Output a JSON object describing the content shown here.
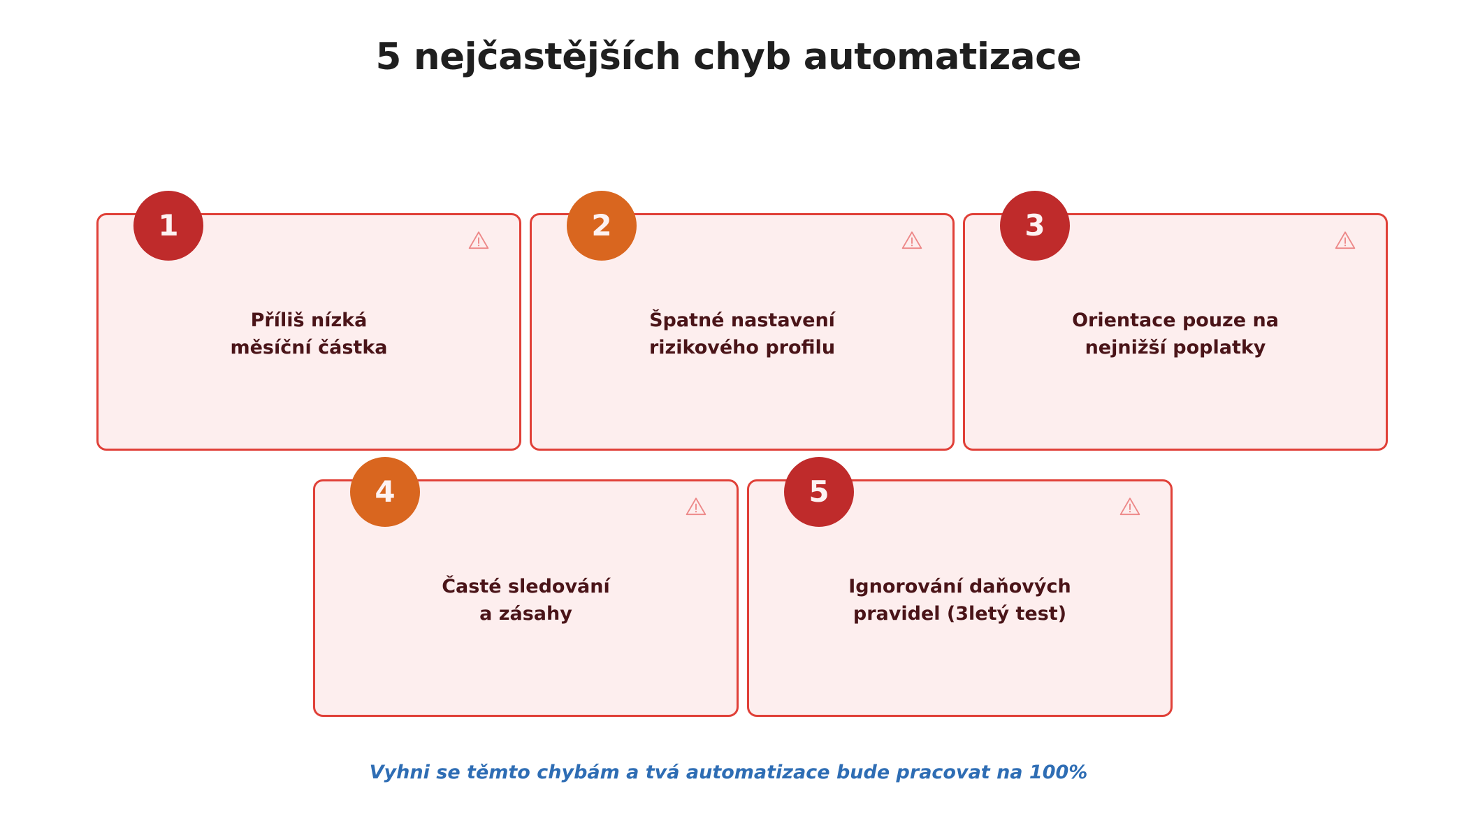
{
  "header": {
    "title": "5 nejčastějších chyb automatizace"
  },
  "colors": {
    "background": "#ffffff",
    "title_text": "#1f1f1f",
    "card_fill": "#fdeeee",
    "card_border": "#e04038",
    "card_text": "#4a1418",
    "badge_red": "#bf2b2b",
    "badge_orange": "#d9661f",
    "warning_icon": "#ed8888",
    "footer_text": "#2e6db4"
  },
  "rows": [
    {
      "cards": [
        {
          "number": "1",
          "badge_color": "red",
          "label": "Příliš nízká\nměsíční částka",
          "icon": "warning-triangle-icon"
        },
        {
          "number": "2",
          "badge_color": "orange",
          "label": "Špatné nastavení\nrizikového profilu",
          "icon": "warning-triangle-icon"
        },
        {
          "number": "3",
          "badge_color": "red",
          "label": "Orientace pouze na\nnejnižší poplatky",
          "icon": "warning-triangle-icon"
        }
      ]
    },
    {
      "cards": [
        {
          "number": "4",
          "badge_color": "orange",
          "label": "Časté sledování\na zásahy",
          "icon": "warning-triangle-icon"
        },
        {
          "number": "5",
          "badge_color": "red",
          "label": "Ignorování daňových\npravidel (3letý test)",
          "icon": "warning-triangle-icon"
        }
      ]
    }
  ],
  "footer": {
    "note": "Vyhni se těmto chybám a tvá automatizace bude pracovat na 100%"
  }
}
